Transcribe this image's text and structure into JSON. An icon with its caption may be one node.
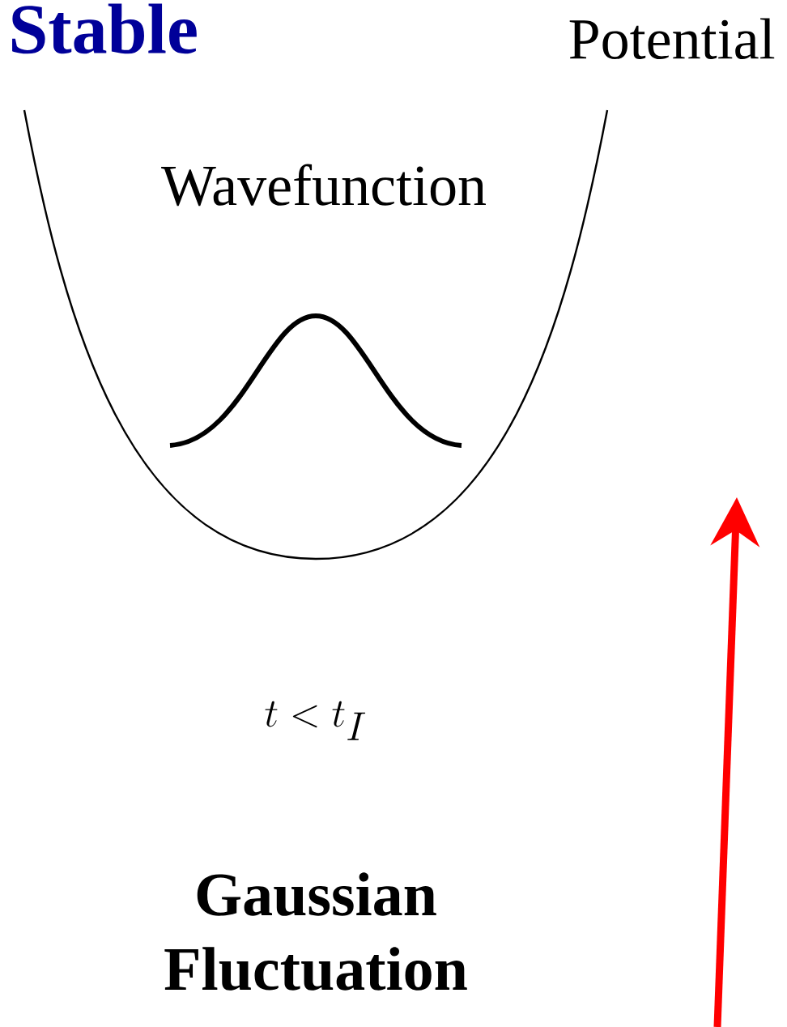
{
  "diagram": {
    "title": "Stable",
    "labels": [
      "Potential",
      "Wavefunction",
      "t < t_I",
      "Gaussian Fluctuation"
    ]
  }
}
